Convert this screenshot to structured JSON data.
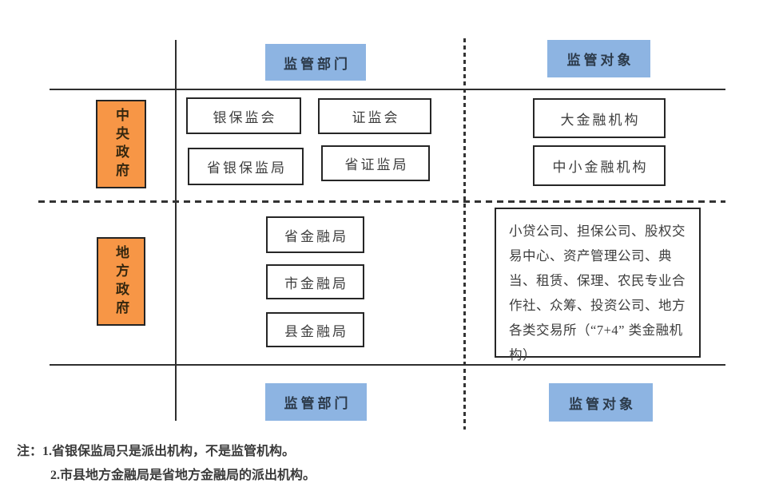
{
  "headers": {
    "regulator": "监管部门",
    "object": "监管对象"
  },
  "rows": {
    "central": "中央政府",
    "local": "地方政府"
  },
  "central_regulators": {
    "cbirc": "银保监会",
    "csrc": "证监会",
    "prov_cbirc": "省银保监局",
    "prov_csrc": "省证监局"
  },
  "central_objects": {
    "large": "大金融机构",
    "sme": "中小金融机构"
  },
  "local_regulators": {
    "province": "省金融局",
    "city": "市金融局",
    "county": "县金融局"
  },
  "local_objects": {
    "text": "小贷公司、担保公司、股权交易中心、资产管理公司、典当、租赁、保理、农民专业合作社、众筹、投资公司、地方各类交易所（“7+4” 类金融机构）"
  },
  "notes": {
    "label": "注：",
    "item1": "1.省银保监局只是派出机构，不是监管机构。",
    "item2": "2.市县地方金融局是省地方金融局的派出机构。"
  },
  "colors": {
    "header_blue": "#8DB4E2",
    "gov_orange": "#F79646",
    "line_dark": "#2E2E2E"
  }
}
